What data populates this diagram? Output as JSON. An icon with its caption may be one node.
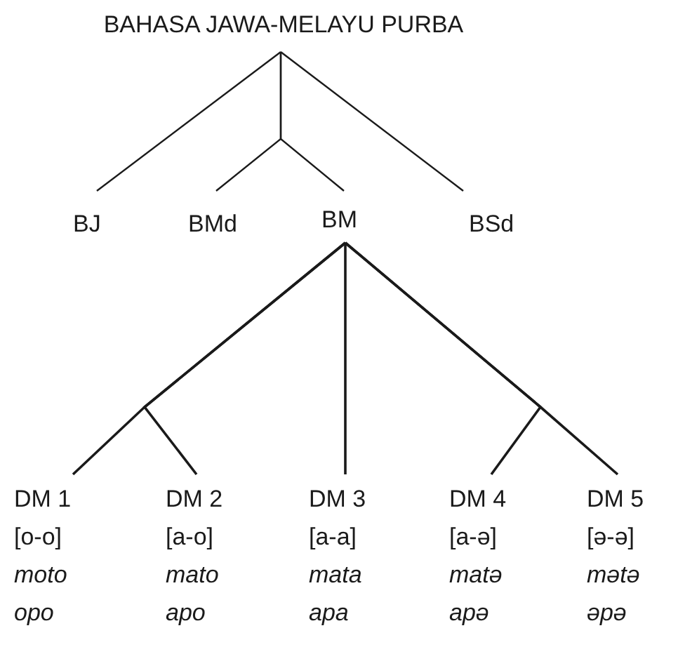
{
  "diagram": {
    "nodes": [
      {
        "text": [
          "BAHASA JAWA-MELAYU PURBA"
        ]
      },
      {
        "text": [
          "BJ"
        ]
      },
      {
        "text": [
          "BMd"
        ]
      },
      {
        "text": [
          "BM"
        ]
      },
      {
        "text": [
          "BSd"
        ]
      },
      {
        "text": [
          "DM 1",
          "[o-o]",
          "moto",
          "opo"
        ]
      },
      {
        "text": [
          "DM 2",
          "[a-o]",
          "mato",
          "apo"
        ]
      },
      {
        "text": [
          "DM 3",
          "[a-a]",
          "mata",
          "apa"
        ]
      },
      {
        "text": [
          "DM 4",
          "[a-ə]",
          "matə",
          "apə"
        ]
      },
      {
        "text": [
          "DM 5",
          "[ə-ə]",
          "mətə",
          "əpə"
        ]
      }
    ],
    "edges": [
      {
        "from": 0,
        "to": 1,
        "arrow": "none"
      },
      {
        "from": 0,
        "to": 2,
        "arrow": "none"
      },
      {
        "from": 0,
        "to": 3,
        "arrow": "none"
      },
      {
        "from": 0,
        "to": 4,
        "arrow": "none"
      },
      {
        "from": 3,
        "to": 5,
        "arrow": "none"
      },
      {
        "from": 3,
        "to": 6,
        "arrow": "none"
      },
      {
        "from": 3,
        "to": 7,
        "arrow": "none"
      },
      {
        "from": 3,
        "to": 8,
        "arrow": "none"
      },
      {
        "from": 3,
        "to": 9,
        "arrow": "none"
      }
    ]
  }
}
